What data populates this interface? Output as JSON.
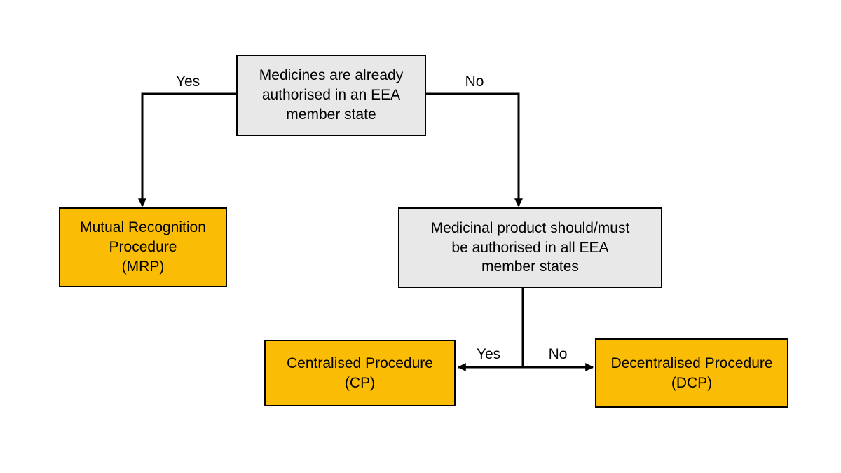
{
  "diagram": {
    "type": "flowchart",
    "background": "#ffffff",
    "colors": {
      "decision_fill": "#e8e8e8",
      "outcome_fill": "#fbbc05",
      "border": "#000000",
      "connector": "#000000",
      "text": "#000000"
    },
    "nodes": {
      "root": {
        "kind": "decision",
        "text": "Medicines are already\nauthorised in an EEA\nmember state"
      },
      "mrp": {
        "kind": "outcome",
        "text": "Mutual Recognition\nProcedure\n(MRP)"
      },
      "all_states": {
        "kind": "decision",
        "text": "Medicinal product should/must\nbe authorised in all EEA\nmember states"
      },
      "cp": {
        "kind": "outcome",
        "text": "Centralised Procedure\n(CP)"
      },
      "dcp": {
        "kind": "outcome",
        "text": "Decentralised Procedure\n(DCP)"
      }
    },
    "edge_labels": {
      "yes_top": "Yes",
      "no_top": "No",
      "yes_bottom": "Yes",
      "no_bottom": "No"
    }
  }
}
